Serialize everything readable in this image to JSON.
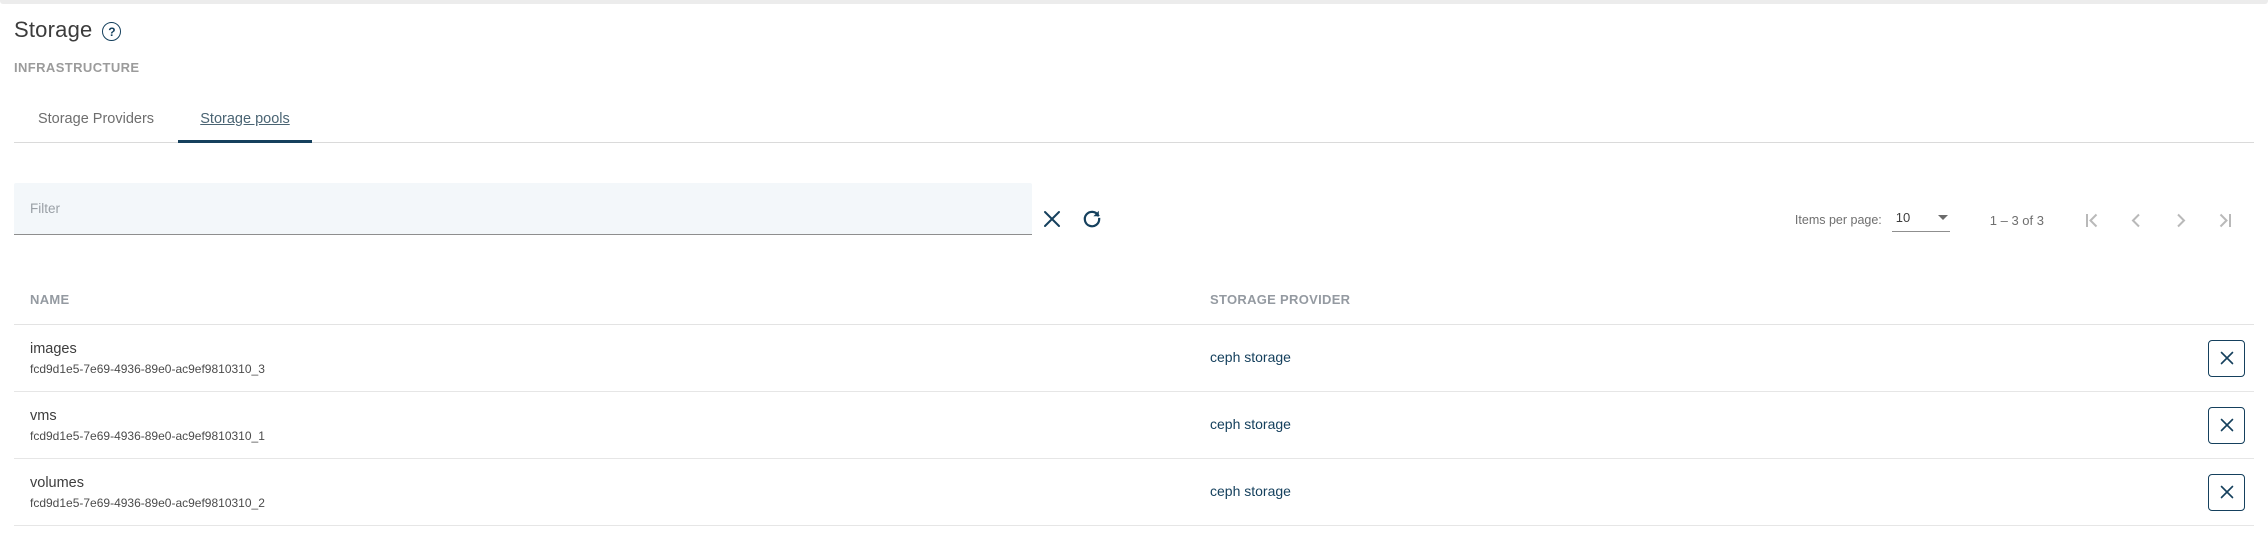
{
  "header": {
    "title": "Storage",
    "help_icon": "help-circle",
    "section_label": "INFRASTRUCTURE"
  },
  "tabs": {
    "active_index": 1,
    "items": [
      {
        "label": "Storage Providers"
      },
      {
        "label": "Storage pools"
      }
    ]
  },
  "toolbar": {
    "filter": {
      "placeholder": "Filter",
      "value": ""
    },
    "clear_icon": "x-icon",
    "refresh_icon": "refresh-icon"
  },
  "paginator": {
    "items_per_page_label": "Items per page:",
    "page_size": "10",
    "range_label": "1 – 3 of 3",
    "nav": {
      "first_disabled": true,
      "prev_disabled": true,
      "next_disabled": true,
      "last_disabled": true
    }
  },
  "table": {
    "columns": [
      {
        "label": "NAME"
      },
      {
        "label": "STORAGE PROVIDER"
      }
    ],
    "rows": [
      {
        "name": "images",
        "id": "fcd9d1e5-7e69-4936-89e0-ac9ef9810310_3",
        "provider": "ceph storage"
      },
      {
        "name": "vms",
        "id": "fcd9d1e5-7e69-4936-89e0-ac9ef9810310_1",
        "provider": "ceph storage"
      },
      {
        "name": "volumes",
        "id": "fcd9d1e5-7e69-4936-89e0-ac9ef9810310_2",
        "provider": "ceph storage"
      }
    ]
  },
  "colors": {
    "accent": "#15405d",
    "link": "#15405d",
    "active_tab_text": "#4a6473",
    "filter_background": "#f3f7fa",
    "disabled_icon": "#b9b9b9"
  }
}
